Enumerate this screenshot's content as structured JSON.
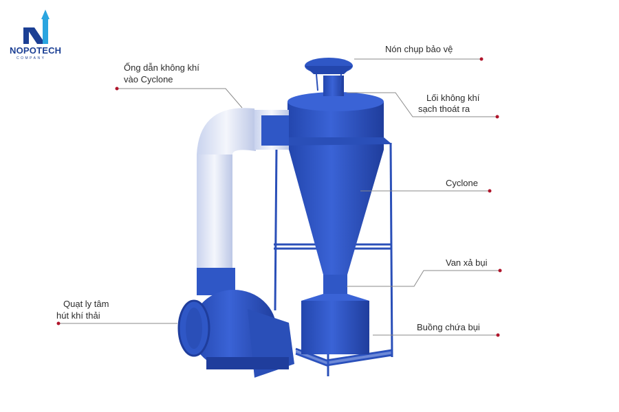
{
  "logo": {
    "name": "NOPOTECH",
    "sub": "COMPANY"
  },
  "labels": {
    "non_chup": "Nón chụp bảo vệ",
    "ong_dan_1": "Ống dẫn không khí",
    "ong_dan_2": "vào Cyclone",
    "loi_khi_1": "Lối không khí",
    "loi_khi_2": "sạch thoát ra",
    "cyclone": "Cyclone",
    "van_xa": "Van xả bụi",
    "quat_1": "Quạt ly tâm",
    "quat_2": "hút khí thải",
    "buong": "Buồng chứa bụi"
  },
  "colors": {
    "equipment": "#2f57c6",
    "pipe": "#e6ebf7",
    "leader": "#8a8a8a",
    "dot": "#b0152b",
    "logo": "#1b3f94"
  }
}
